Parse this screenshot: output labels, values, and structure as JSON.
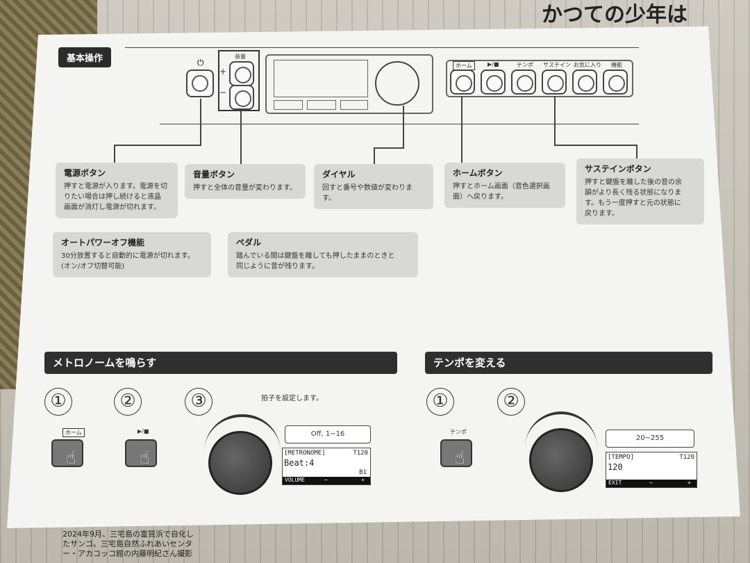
{
  "top_section": {
    "badge": "基本操作",
    "panel": {
      "volume_label": "音量",
      "plus": "+",
      "minus": "−",
      "buttons": [
        "ホーム",
        "▶/■",
        "テンポ",
        "サステイン",
        "お気に入り",
        "機能"
      ]
    },
    "cards": [
      {
        "title": "電源ボタン",
        "body": "押すと電源が入ります。電源を切\nりたい場合は押し続けると液晶\n画面が消灯し電源が切れます。"
      },
      {
        "title": "音量ボタン",
        "body": "押すと全体の音量が変わります。"
      },
      {
        "title": "ダイヤル",
        "body": "回すと番号や数値が変わります。"
      },
      {
        "title": "ホームボタン",
        "body": "押すとホーム画面（音色選択画\n面）へ戻ります。"
      },
      {
        "title": "サステインボタン",
        "body": "押すと鍵盤を離した後の音の余\n韻がより長く残る状態になりま\nす。もう一度押すと元の状態に\n戻ります。"
      },
      {
        "title": "オートパワーオフ機能",
        "body": "30分放置すると自動的に電源が切れます。\n(オン/オフ切替可能)"
      },
      {
        "title": "ペダル",
        "body": "踏んでいる間は鍵盤を離しても押したままのときと\n同じように音が残ります。"
      }
    ]
  },
  "metronome": {
    "title": "メトロノームを鳴らす",
    "steps": [
      "①",
      "②",
      "③"
    ],
    "step3_text": "拍子を設定します。",
    "btn1_label": "ホーム",
    "btn2_label": "▶/■",
    "range": "Off, 1~16",
    "lcd": {
      "line1_left": "[METRONOME]",
      "line1_right": "T120",
      "line2": "Beat:4",
      "line3_right": "B1",
      "foot_left": "VOLUME",
      "foot_mid": "−",
      "foot_right": "+"
    }
  },
  "tempo": {
    "title": "テンポを変える",
    "steps": [
      "①",
      "②"
    ],
    "btn_label": "テンポ",
    "range": "20~255",
    "lcd": {
      "line1_left": "[TEMPO]",
      "line1_right": "T120",
      "line2": "120",
      "foot_left": "EXIT",
      "foot_mid": "−",
      "foot_right": "+"
    }
  },
  "newspaper": {
    "header": "かつての少年は",
    "footer_line1": "2024年9月、三宅島の富賀浜で自化し",
    "footer_line2": "たサンゴ。三宅島自然ふれあいセンタ",
    "footer_line3": "ー・アカコッコ館の内藤明紀さん撮影"
  }
}
